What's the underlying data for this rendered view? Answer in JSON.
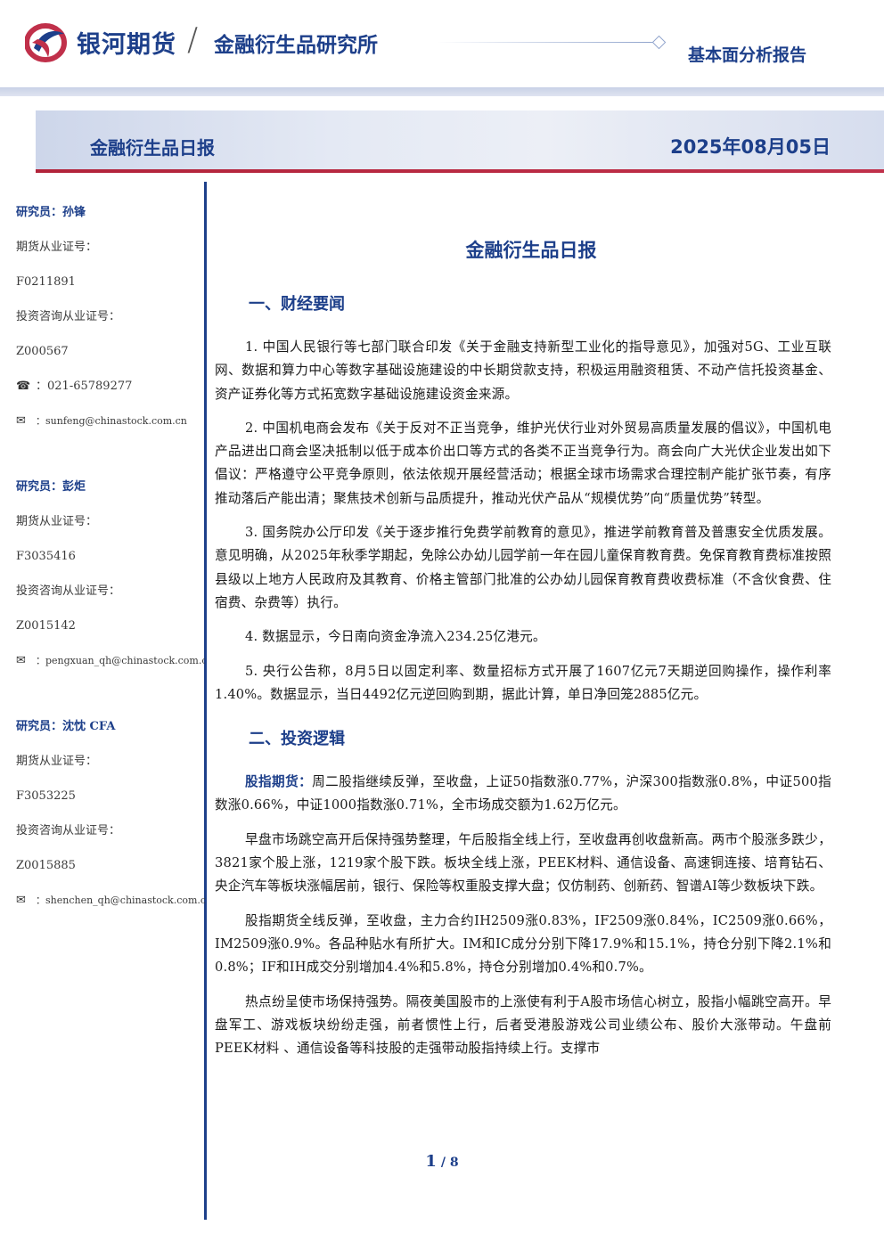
{
  "header": {
    "company": "银河期货",
    "slash": "/",
    "institute": "金融衍生品研究所",
    "report_type": "基本面分析报告"
  },
  "banner": {
    "title": "金融衍生品日报",
    "date": "2025年08月05日"
  },
  "colors": {
    "brand_blue": "#1d3f8a",
    "brand_red": "#c0304a"
  },
  "sidebar": {
    "analysts": [
      {
        "title": "研究员：孙锋",
        "futures_label": "期货从业证号：",
        "futures_id": "F0211891",
        "consult_label": "投资咨询从业证号：",
        "consult_id": "Z000567",
        "phone": "021-65789277",
        "email": "sunfeng@chinastock.com.cn"
      },
      {
        "title": "研究员：彭炬",
        "futures_label": "期货从业证号：",
        "futures_id": "F3035416",
        "consult_label": "投资咨询从业证号：",
        "consult_id": "Z0015142",
        "email": "pengxuan_qh@chinastock.com.cn"
      },
      {
        "title": "研究员：沈忱 CFA",
        "futures_label": "期货从业证号：",
        "futures_id": "F3053225",
        "consult_label": "投资咨询从业证号：",
        "consult_id": "Z0015885",
        "email": "shenchen_qh@chinastock.com.cn"
      }
    ]
  },
  "main": {
    "title": "金融衍生品日报",
    "section1": {
      "heading": "一、财经要闻",
      "paragraphs": [
        "1. 中国人民银行等七部门联合印发《关于金融支持新型工业化的指导意见》，加强对5G、工业互联网、数据和算力中心等数字基础设施建设的中长期贷款支持，积极运用融资租赁、不动产信托投资基金、资产证券化等方式拓宽数字基础设施建设资金来源。",
        "2. 中国机电商会发布《关于反对不正当竞争，维护光伏行业对外贸易高质量发展的倡议》，中国机电产品进出口商会坚决抵制以低于成本价出口等方式的各类不正当竞争行为。商会向广大光伏企业发出如下倡议：严格遵守公平竞争原则，依法依规开展经营活动；根据全球市场需求合理控制产能扩张节奏，有序推动落后产能出清；聚焦技术创新与品质提升，推动光伏产品从“规模优势”向“质量优势”转型。",
        "3. 国务院办公厅印发《关于逐步推行免费学前教育的意见》，推进学前教育普及普惠安全优质发展。意见明确，从2025年秋季学期起，免除公办幼儿园学前一年在园儿童保育教育费。免保育教育费标准按照县级以上地方人民政府及其教育、价格主管部门批准的公办幼儿园保育教育费收费标准（不含伙食费、住宿费、杂费等）执行。",
        "4. 数据显示，今日南向资金净流入234.25亿港元。",
        "5. 央行公告称，8月5日以固定利率、数量招标方式开展了1607亿元7天期逆回购操作，操作利率1.40%。数据显示，当日4492亿元逆回购到期，据此计算，单日净回笼2885亿元。"
      ]
    },
    "section2": {
      "heading": "二、投资逻辑",
      "lead": "股指期货：",
      "lead_text": "周二股指继续反弹，至收盘，上证50指数涨0.77%，沪深300指数涨0.8%，中证500指数涨0.66%，中证1000指数涨0.71%，全市场成交额为1.62万亿元。",
      "paragraphs": [
        "早盘市场跳空高开后保持强势整理，午后股指全线上行，至收盘再创收盘新高。两市个股涨多跌少，3821家个股上涨，1219家个股下跌。板块全线上涨，PEEK材料、通信设备、高速铜连接、培育钻石、央企汽车等板块涨幅居前，银行、保险等权重股支撑大盘；仅仿制药、创新药、智谱AI等少数板块下跌。",
        "股指期货全线反弹，至收盘，主力合约IH2509涨0.83%，IF2509涨0.84%，IC2509涨0.66%，IM2509涨0.9%。各品种贴水有所扩大。IM和IC成分分别下降17.9%和15.1%，持仓分别下降2.1%和0.8%；IF和IH成交分别增加4.4%和5.8%，持仓分别增加0.4%和0.7%。",
        "热点纷呈使市场保持强势。隔夜美国股市的上涨使有利于A股市场信心树立，股指小幅跳空高开。早盘军工、游戏板块纷纷走强，前者惯性上行，后者受港股游戏公司业绩公布、股价大涨带动。午盘前PEEK材料 、通信设备等科技股的走强带动股指持续上行。支撑市"
      ]
    }
  },
  "footer": {
    "page": "1",
    "sep": " / ",
    "total": "8"
  }
}
